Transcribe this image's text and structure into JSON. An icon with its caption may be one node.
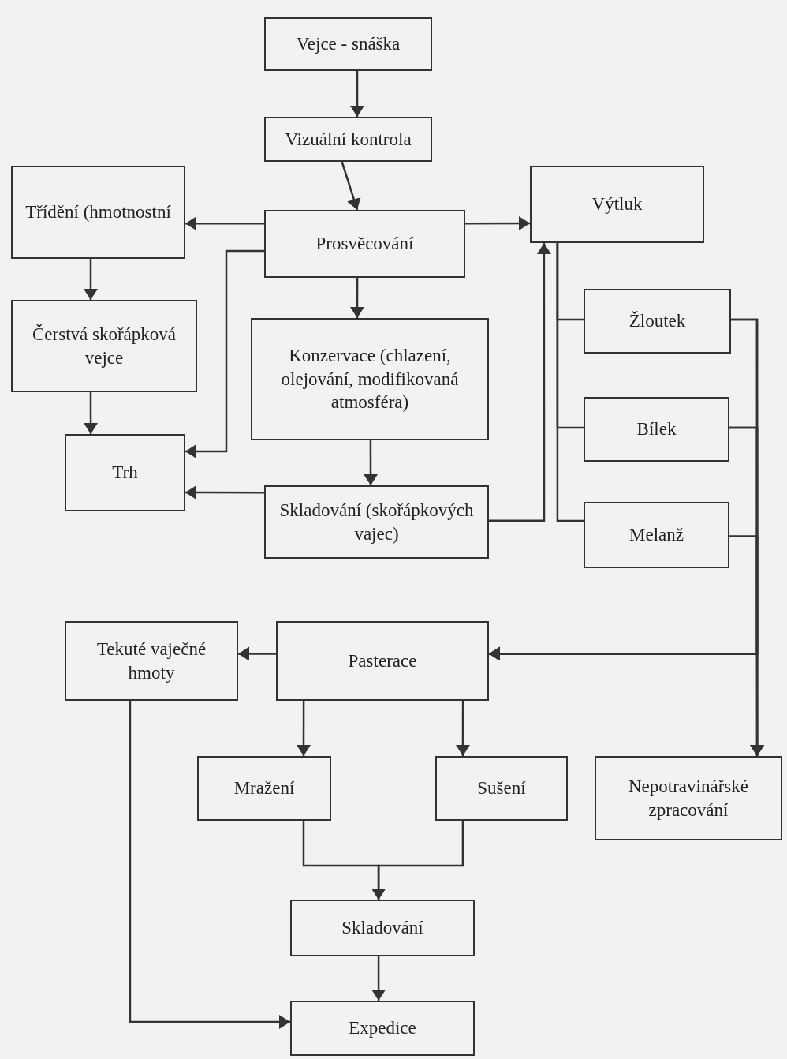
{
  "diagram": {
    "nodes": [
      {
        "text": [
          "Vejce - snáška"
        ]
      },
      {
        "text": [
          "Vizuální kontrola"
        ]
      },
      {
        "text": [
          "Třídění (hmotnostní"
        ]
      },
      {
        "text": [
          "Prosvěcování"
        ]
      },
      {
        "text": [
          "Výtluk"
        ]
      },
      {
        "text": [
          "Čerstvá skořápková vejce"
        ]
      },
      {
        "text": [
          "Konzervace (chlazení, olejování, modifikovaná atmosféra)"
        ]
      },
      {
        "text": [
          "Žloutek"
        ]
      },
      {
        "text": [
          "Trh"
        ]
      },
      {
        "text": [
          "Bílek"
        ]
      },
      {
        "text": [
          "Skladování (skořápkových vajec)"
        ]
      },
      {
        "text": [
          "Melanž"
        ]
      },
      {
        "text": [
          "Tekuté vaječné hmoty"
        ]
      },
      {
        "text": [
          "Pasterace"
        ]
      },
      {
        "text": [
          "Mražení"
        ]
      },
      {
        "text": [
          "Sušení"
        ]
      },
      {
        "text": [
          "Nepotravinářské zpracování"
        ]
      },
      {
        "text": [
          "Skladování"
        ]
      },
      {
        "text": [
          "Expedice"
        ]
      }
    ],
    "edges": [
      {
        "from": 0,
        "to": 1,
        "arrow": "to"
      },
      {
        "from": 1,
        "to": 3,
        "arrow": "to"
      },
      {
        "from": 3,
        "to": 2,
        "arrow": "to"
      },
      {
        "from": 3,
        "to": 4,
        "arrow": "to"
      },
      {
        "from": 3,
        "to": 6,
        "arrow": "to"
      },
      {
        "from": 2,
        "to": 5,
        "arrow": "to"
      },
      {
        "from": 5,
        "to": 8,
        "arrow": "to"
      },
      {
        "from": 3,
        "to": 8,
        "arrow": "to"
      },
      {
        "from": 6,
        "to": 10,
        "arrow": "to"
      },
      {
        "from": 10,
        "to": 8,
        "arrow": "to"
      },
      {
        "from": 10,
        "to": 4,
        "arrow": "to"
      },
      {
        "from": 4,
        "to": 7,
        "arrow": "none"
      },
      {
        "from": 4,
        "to": 9,
        "arrow": "none"
      },
      {
        "from": 4,
        "to": 11,
        "arrow": "none"
      },
      {
        "from": 7,
        "to": 16,
        "arrow": "to"
      },
      {
        "from": 9,
        "to": 16,
        "arrow": "to"
      },
      {
        "from": 11,
        "to": 16,
        "arrow": "to"
      },
      {
        "from": 7,
        "to": 13,
        "arrow": "to"
      },
      {
        "from": 9,
        "to": 13,
        "arrow": "to"
      },
      {
        "from": 11,
        "to": 13,
        "arrow": "to"
      },
      {
        "from": 13,
        "to": 12,
        "arrow": "to"
      },
      {
        "from": 13,
        "to": 14,
        "arrow": "to"
      },
      {
        "from": 13,
        "to": 15,
        "arrow": "to"
      },
      {
        "from": 14,
        "to": 17,
        "arrow": "to"
      },
      {
        "from": 15,
        "to": 17,
        "arrow": "to"
      },
      {
        "from": 17,
        "to": 18,
        "arrow": "to"
      },
      {
        "from": 12,
        "to": 18,
        "arrow": "to"
      }
    ]
  }
}
